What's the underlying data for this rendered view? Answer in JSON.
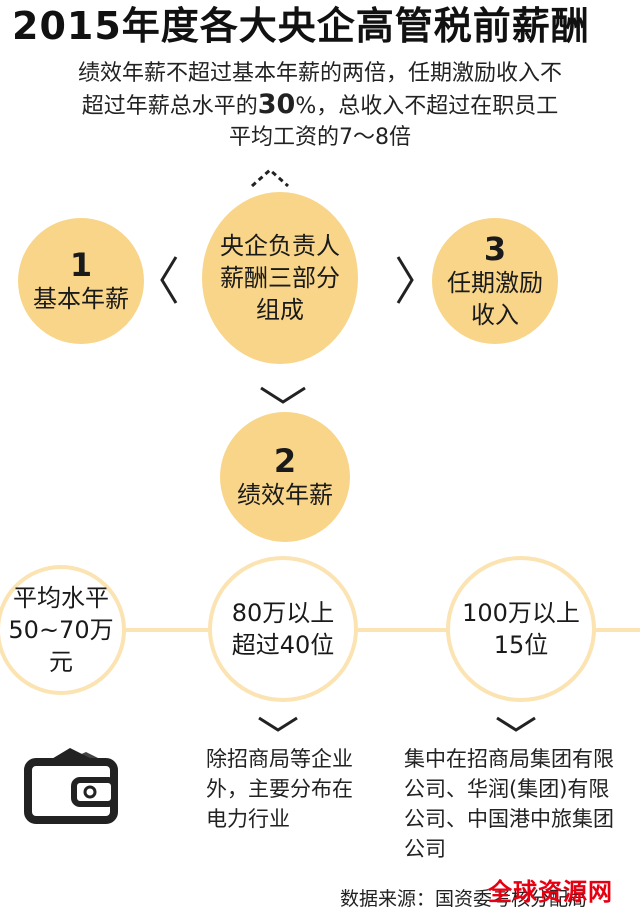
{
  "title": "2015年度各大央企高管税前薪酬",
  "intro": {
    "line1": "绩效年薪不超过基本年薪的两倍，任期激励收入不",
    "line2_pre": "超过年薪总水平的",
    "line2_big": "30",
    "line2_post": "%，总收入不超过在职员工",
    "line3": "平均工资的7～8倍"
  },
  "center": {
    "line1": "央企负责人",
    "line2": "薪酬三部分",
    "line3": "组成"
  },
  "part1": {
    "number": "1",
    "label": "基本年薪"
  },
  "part2": {
    "number": "2",
    "label": "绩效年薪"
  },
  "part3": {
    "number": "3",
    "line1": "任期激励",
    "line2": "收入"
  },
  "levels": [
    {
      "line1": "平均水平",
      "line2": "50~70万元"
    },
    {
      "line1": "80万以上",
      "line2": "超过40位"
    },
    {
      "line1": "100万以上",
      "line2": "15位"
    }
  ],
  "notes": {
    "left": [
      "除招商局等企业",
      "外，主要分布在",
      "电力行业"
    ],
    "right": [
      "集中在招商局集团有限",
      "公司、华润(集团)有限",
      "公司、中国港中旅集团",
      "公司"
    ]
  },
  "source": "数据来源：国资委考核分配局",
  "watermark": "全球资源网",
  "colors": {
    "accent": "#f8d588",
    "outline": "#fbe3b2",
    "watermark": "#e60012"
  }
}
